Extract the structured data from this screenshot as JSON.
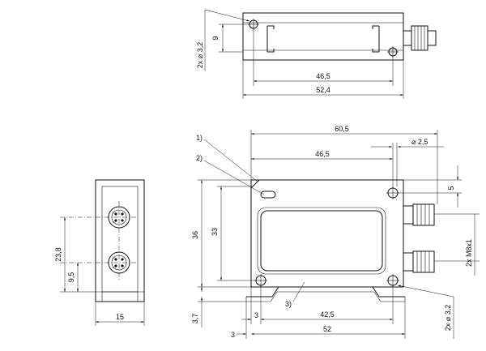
{
  "top_view": {
    "dim_overall_bottom": "52,4",
    "dim_inner": "46,5",
    "dim_height": "9",
    "dim_hole": "2x ⌀ 3,2"
  },
  "side_view": {
    "dim_width": "15",
    "dim_23_8": "23,8",
    "dim_9_5": "9,5"
  },
  "front_view": {
    "callout_1": "1)",
    "callout_2": "2)",
    "callout_3": "3)",
    "dim_60_5": "60,5",
    "dim_46_5": "46,5",
    "dim_hole_2_5": "⌀ 2,5",
    "dim_5": "5",
    "dim_connector": "2x M8x1",
    "dim_hole_3_2": "2x ⌀ 3,2",
    "dim_36": "36",
    "dim_33": "33",
    "dim_3_7": "3,7",
    "dim_3a": "3",
    "dim_42_5": "42,5",
    "dim_3b": "3",
    "dim_52": "52"
  }
}
